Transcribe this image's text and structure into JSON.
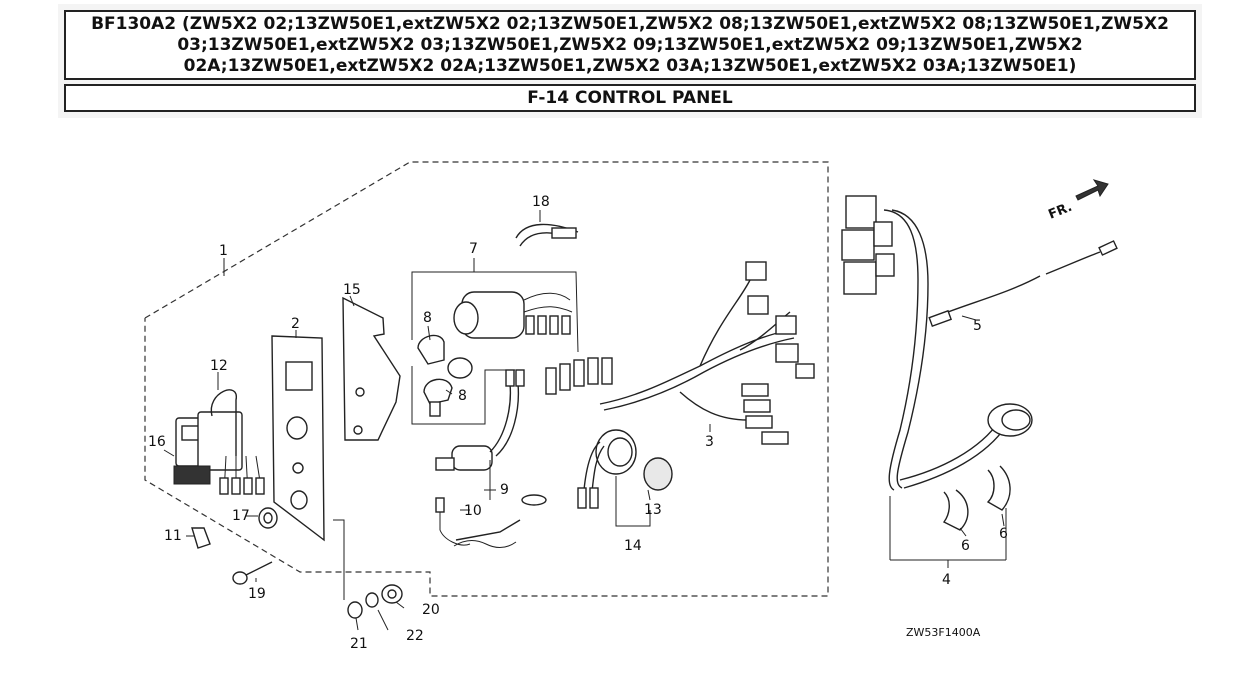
{
  "header": {
    "title": "BF130A2 (ZW5X2 02;13ZW50E1,extZW5X2 02;13ZW50E1,ZW5X2 08;13ZW50E1,extZW5X2 08;13ZW50E1,ZW5X2 03;13ZW50E1,extZW5X2 03;13ZW50E1,ZW5X2 09;13ZW50E1,extZW5X2 09;13ZW50E1,ZW5X2 02A;13ZW50E1,extZW5X2 02A;13ZW50E1,ZW5X2 03A;13ZW50E1,extZW5X2 03A;13ZW50E1)",
    "section": "F-14 CONTROL PANEL"
  },
  "diagram": {
    "direction_label": "FR.",
    "drawing_code": "ZW53F1400A",
    "callouts": {
      "c1": "1",
      "c2": "2",
      "c3": "3",
      "c4": "4",
      "c5": "5",
      "c6a": "6",
      "c6b": "6",
      "c7": "7",
      "c8a": "8",
      "c8b": "8",
      "c9": "9",
      "c10": "10",
      "c11": "11",
      "c12": "12",
      "c13": "13",
      "c14": "14",
      "c15": "15",
      "c16": "16",
      "c17": "17",
      "c18": "18",
      "c19": "19",
      "c20": "20",
      "c21": "21",
      "c22": "22"
    }
  }
}
